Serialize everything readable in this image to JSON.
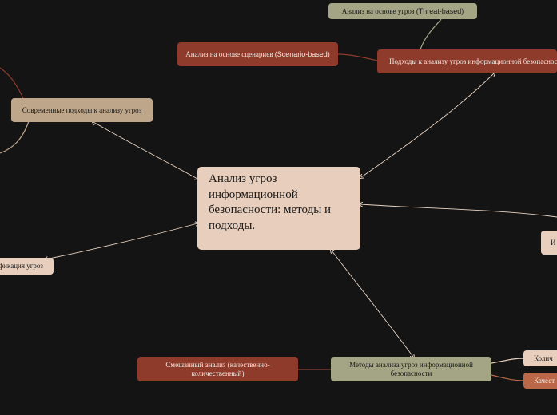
{
  "central": {
    "title": "Анализ угроз информационной безопасности: методы и подходы."
  },
  "nodes": {
    "modern": "Современные подходы к анализу угроз",
    "approaches": "Подходы к анализу угроз информационной безопасности",
    "threat_prefix": "Анализ на основе угроз ",
    "threat_suffix": "(Threat-based)",
    "scenario_prefix": "Анализ на основе сценариев ",
    "scenario_suffix": "(Scenario-based)",
    "classification": "фикация угроз",
    "right_partial": "И",
    "methods": "Методы анализа угроз информационной безопасности",
    "mixed": "Смешанный анализ (качественно-количественный)",
    "quantitative": "Колич",
    "qualitative": "Качест"
  },
  "colors": {
    "background": "#141414",
    "connector": "#e8d4c4",
    "central": "#e8cfbd",
    "tan": "#bea68a",
    "olive": "#a3a585",
    "red": "#8f3b2c",
    "copper": "#bb6848"
  }
}
